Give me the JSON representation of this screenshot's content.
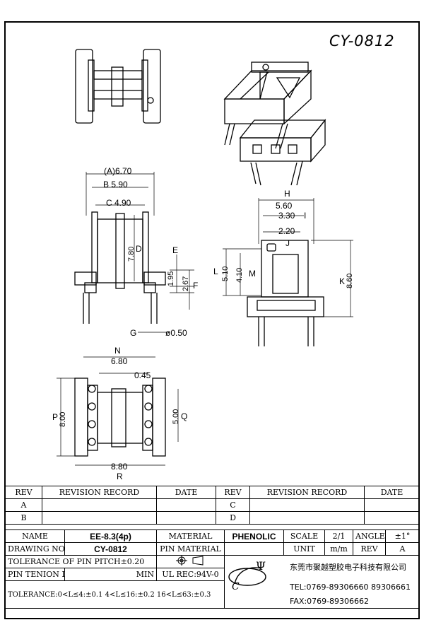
{
  "title": "CY-0812",
  "dims": {
    "a": "(A)6.70",
    "b": "B 5.90",
    "c": "C 4.90",
    "d": "7.80",
    "d_letter": "D",
    "e": "E",
    "e_val": "1.95",
    "f_val": "2.67",
    "f": "F",
    "g": "G",
    "pin": "ø0.50",
    "h": "H",
    "h_val": "5.60",
    "i": "3.30",
    "i_letter": "I",
    "j_val": "2.20",
    "j": "J",
    "l": "L",
    "l_val": "5.10",
    "m_val": "4.10",
    "m": "M",
    "k": "K",
    "k_val": "8.60",
    "n": "N",
    "n_val": "6.80",
    "o_val": "0.45",
    "p": "P",
    "p_val": "8.00",
    "q_val": "5.00",
    "q": "Q",
    "r_val": "8.80",
    "r": "R"
  },
  "revision": {
    "headers": [
      "REV",
      "REVISION RECORD",
      "DATE",
      "REV",
      "REVISION RECORD",
      "DATE"
    ],
    "rows": [
      [
        "A",
        "",
        "",
        "C",
        "",
        ""
      ],
      [
        "B",
        "",
        "",
        "D",
        "",
        ""
      ]
    ]
  },
  "titleblock": {
    "name_label": "NAME",
    "name": "EE-8.3(4p)",
    "material_label": "MATERIAL",
    "material": "PHENOLIC",
    "scale_label": "SCALE",
    "scale": "2/1",
    "angle_label": "ANGLE",
    "angle": "±1°",
    "drawing_label": "DRAWING NO.",
    "drawing": "CY-0812",
    "pin_material_label": "PIN MATERIAL",
    "unit_label": "UNIT",
    "unit": "m/m",
    "rev_label": "REV",
    "rev": "A",
    "tol_pitch": "TOLERANCE OF PIN PITCH±0.20",
    "tension_label": "PIN TENION LOAD",
    "tension_unit": "MIN",
    "ul": "UL REC:94V-0",
    "tolerance": "TOLERANCE:0<L≤4:±0.1  4<L≤16:±0.2  16<L≤63:±0.3",
    "company": "东莞市聚越塑胶电子科技有限公司",
    "tel": "TEL:0769-89306660 89306661",
    "fax": "FAX:0769-89306662"
  }
}
